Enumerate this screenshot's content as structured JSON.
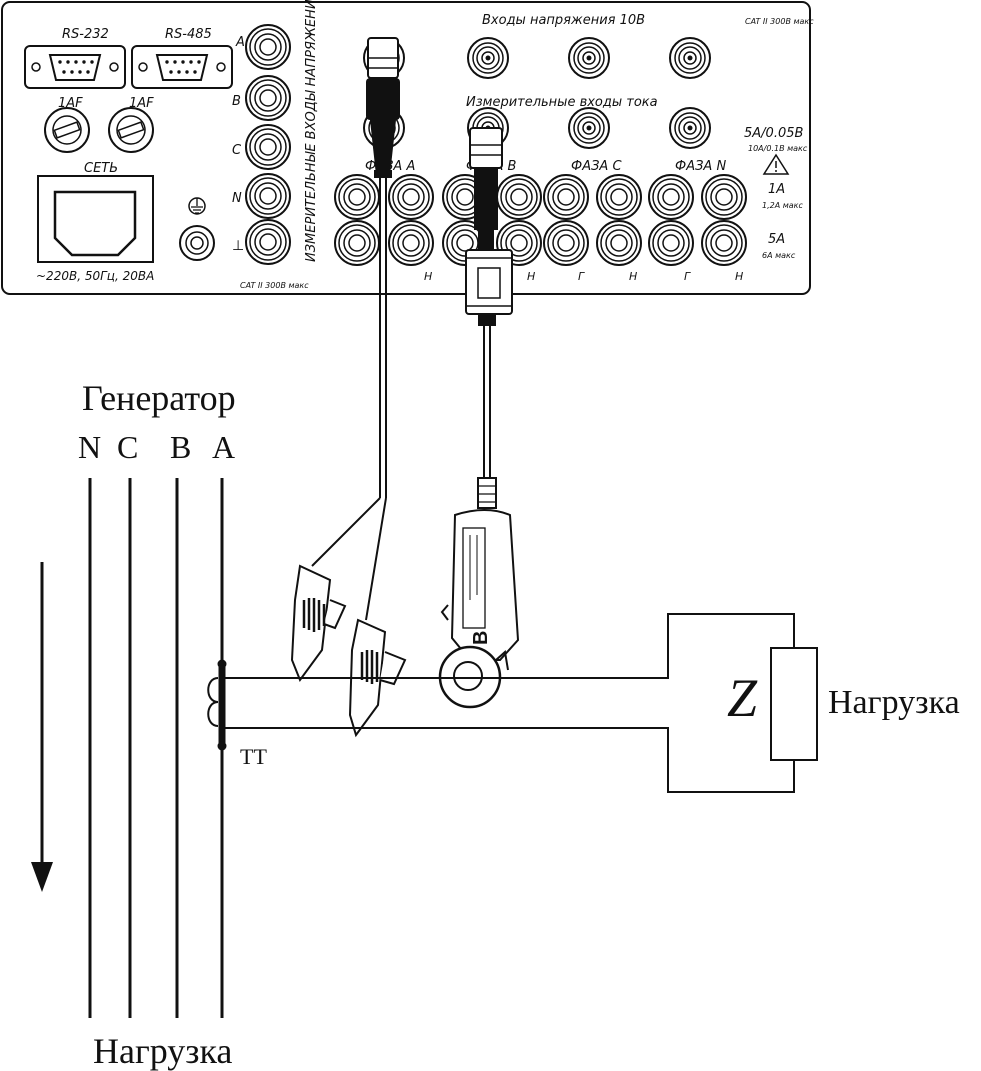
{
  "panel": {
    "rs232": "RS-232",
    "rs485": "RS-485",
    "fuse_left": "1AF",
    "fuse_right": "1AF",
    "power_label": "СЕТЬ",
    "power_rating": "~220В, 50Гц, 20ВА",
    "voltage_inputs_vertical": "ИЗМЕРИТЕЛЬНЫЕ ВХОДЫ НАПРЯЖЕНИЯ",
    "term_a": "A",
    "term_b": "B",
    "term_c": "C",
    "term_n": "N",
    "term_gnd": "⊥",
    "cat_left": "CAT II 300В макс",
    "cat_top_right": "CAT II 300В макс",
    "voltage_10v_title": "Входы напряжения 10В",
    "current_inputs_title": "Измерительные входы тока",
    "rating_5a": "5A/0.05В",
    "rating_10a": "10А/0.1В макс",
    "phase_a": "ФАЗА A",
    "phase_b": "ФАЗА B",
    "phase_c": "ФАЗА C",
    "phase_n": "ФАЗА N",
    "label_1a": "1A",
    "label_1a_max": "1,2А макс",
    "label_5a": "5A",
    "label_5a_max": "6А макс",
    "h1": "Н",
    "h2": "Н",
    "g3": "Г",
    "h3": "Н",
    "g4": "Г",
    "h4": "Н"
  },
  "diagram": {
    "generator_label": "Генератор",
    "bus_n": "N",
    "bus_c": "C",
    "bus_b": "B",
    "bus_a": "A",
    "tt_label": "ТТ",
    "z_label": "Z",
    "load_right": "Нагрузка",
    "load_bottom": "Нагрузка",
    "clamp_letter": "B"
  },
  "colors": {
    "ink": "#111111",
    "background": "#ffffff"
  }
}
